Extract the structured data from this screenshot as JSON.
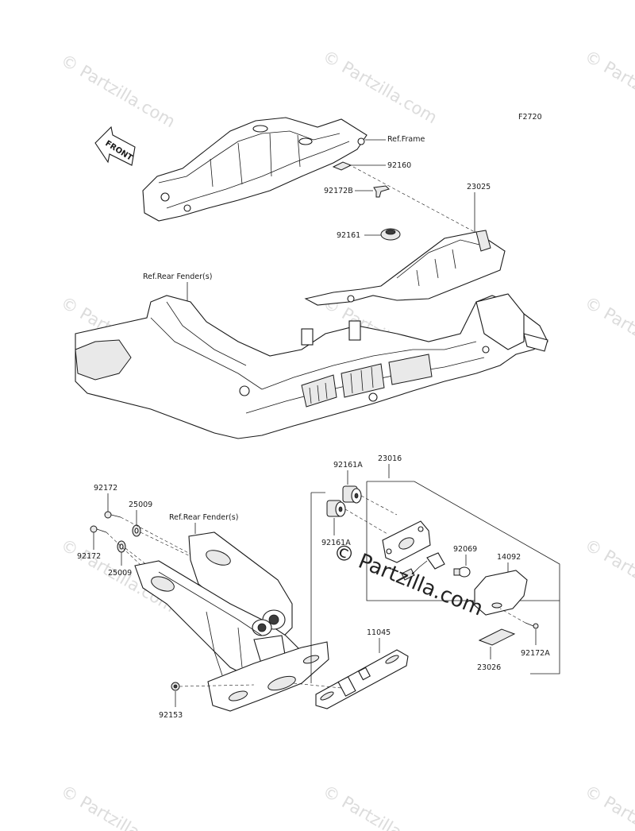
{
  "diagram": {
    "code": "F2720",
    "front_label": "FRONT",
    "references": {
      "frame": "Ref.Frame",
      "rear_fender_top": "Ref.Rear Fender(s)",
      "rear_fender_bottom": "Ref.Rear Fender(s)"
    },
    "parts": {
      "p92160": "92160",
      "p92172B": "92172B",
      "p23025": "23025",
      "p92161": "92161",
      "p92161A_top": "92161A",
      "p92161A_bottom": "92161A",
      "p23016": "23016",
      "p92172_top": "92172",
      "p92172_bottom": "92172",
      "p25009_top": "25009",
      "p25009_bottom": "25009",
      "p92069": "92069",
      "p14092": "14092",
      "p92172A": "92172A",
      "p23026": "23026",
      "p11045": "11045",
      "p92153": "92153"
    }
  },
  "watermark": {
    "small": "© Partzilla.com",
    "center": "© Partzilla.com"
  }
}
